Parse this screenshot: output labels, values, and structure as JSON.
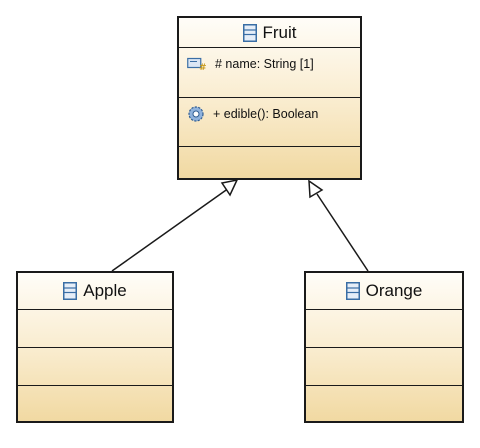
{
  "classes": {
    "fruit": {
      "name": "Fruit",
      "attributes": [
        {
          "text": "# name: String [1]",
          "icon": "attribute-icon"
        }
      ],
      "operations": [
        {
          "text": "+ edible(): Boolean",
          "icon": "operation-icon"
        }
      ]
    },
    "apple": {
      "name": "Apple"
    },
    "orange": {
      "name": "Orange"
    }
  },
  "relationships": [
    {
      "type": "generalization",
      "from": "Apple",
      "to": "Fruit"
    },
    {
      "type": "generalization",
      "from": "Orange",
      "to": "Fruit"
    }
  ],
  "colors": {
    "fill_top": "#fffdf8",
    "fill_bottom": "#f1d9a2",
    "border": "#1a1a1a",
    "class_icon": "#3a6ea5"
  }
}
